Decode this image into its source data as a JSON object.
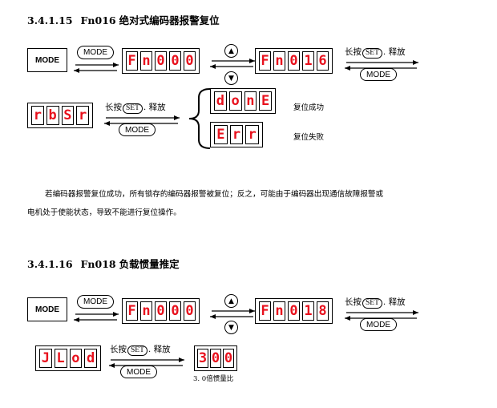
{
  "section1": {
    "heading_number": "3.4.1.15",
    "heading_code": "Fn016",
    "heading_title": "绝对式编码器报警复位",
    "mode_key": "MODE",
    "mode_pill": "MODE",
    "display_fn000": [
      "F",
      "n",
      "0",
      "0",
      "0"
    ],
    "display_fn016": [
      "F",
      "n",
      "0",
      "1",
      "6"
    ],
    "set_release_prefix": "长按",
    "set_key": "SET",
    "set_release_suffix": ". 释放",
    "display_rbsr": [
      "r",
      "b",
      "S",
      "r"
    ],
    "display_done": [
      "d",
      "o",
      "n",
      "E"
    ],
    "display_err": [
      "E",
      "r",
      "r"
    ],
    "label_success": "复位成功",
    "label_fail": "复位失败",
    "paragraph_line1": "若编码器报警复位成功，所有锁存的编码器报警被复位；反之，可能由于编码器出现通信故障报警或",
    "paragraph_line2": "电机处于使能状态，导致不能进行复位操作。"
  },
  "section2": {
    "heading_number": "3.4.1.16",
    "heading_code": "Fn018",
    "heading_title": "负载惯量推定",
    "mode_key": "MODE",
    "mode_pill": "MODE",
    "display_fn000": [
      "F",
      "n",
      "0",
      "0",
      "0"
    ],
    "display_fn018": [
      "F",
      "n",
      "0",
      "1",
      "8"
    ],
    "set_release_prefix": "长按",
    "set_key": "SET",
    "set_release_suffix": ". 释放",
    "display_jlod": [
      "J",
      "L",
      "o",
      "d"
    ],
    "display_300": [
      "3",
      "0",
      "0"
    ],
    "label_ratio": "3. 0倍惯量比"
  }
}
